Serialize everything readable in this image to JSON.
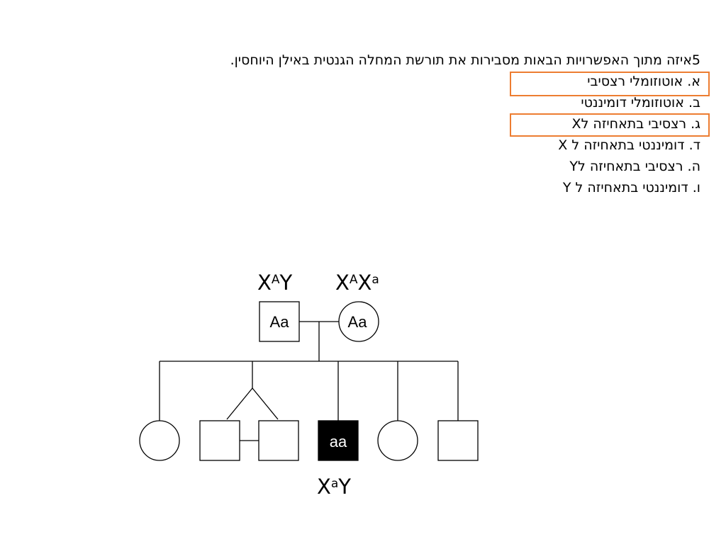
{
  "question": {
    "title": "5איזה מתוך האפשרויות הבאות מסבירות את תורשת המחלה הגנטית באילן היוחסין.",
    "options": [
      {
        "label": "א. אוטוזומלי רצסיבי",
        "highlighted": true
      },
      {
        "label": "ב. אוטוזומלי דומיננטי",
        "highlighted": false
      },
      {
        "label": "ג. רצסיבי בתאחיזה לX",
        "highlighted": true
      },
      {
        "label": "ד. דומיננטי בתאחיזה ל X",
        "highlighted": false
      },
      {
        "label": "ה. רצסיבי בתאחיזה לY",
        "highlighted": false
      },
      {
        "label": "ו. דומיננטי בתאחיזה ל Y",
        "highlighted": false
      }
    ],
    "highlight_color": "#ED7D31"
  },
  "pedigree": {
    "father": {
      "genotype_base1": "X",
      "genotype_sup1": "A",
      "genotype_base2": "Y",
      "inner_label": "Aa"
    },
    "mother": {
      "genotype_base1": "X",
      "genotype_sup1": "A",
      "genotype_base2": "X",
      "genotype_sup2": "a",
      "inner_label": "Aa"
    },
    "affected_son": {
      "genotype_base1": "X",
      "genotype_sup1": "a",
      "genotype_base2": "Y",
      "inner_label": "aa",
      "fill_color": "#000000"
    }
  }
}
